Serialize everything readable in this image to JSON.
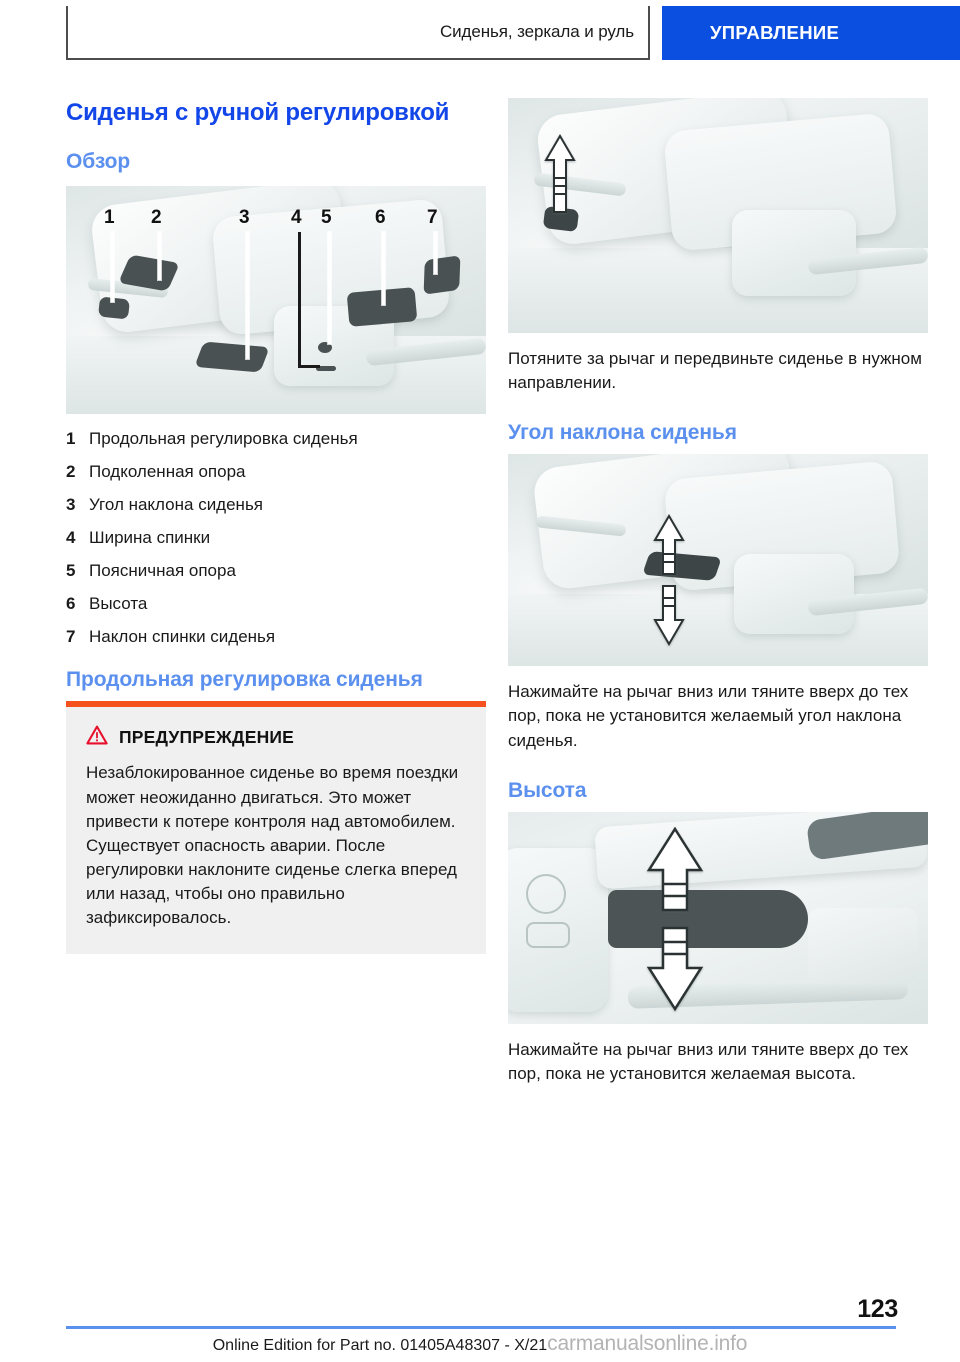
{
  "header": {
    "breadcrumb": "Сиденья, зеркала и руль",
    "section_tab": "УПРАВЛЕНИЕ",
    "tab_color": "#0b4fe0"
  },
  "left_column": {
    "title": "Сиденья с ручной регулировкой",
    "overview_heading": "Обзор",
    "overview_image": {
      "name": "manual-seat-overview-illustration",
      "callouts": [
        "1",
        "2",
        "3",
        "4",
        "5",
        "6",
        "7"
      ]
    },
    "overview_items": [
      {
        "num": "1",
        "label": "Продольная регулировка сиденья"
      },
      {
        "num": "2",
        "label": "Подколенная опора"
      },
      {
        "num": "3",
        "label": "Угол наклона сиденья"
      },
      {
        "num": "4",
        "label": "Ширина спинки"
      },
      {
        "num": "5",
        "label": "Поясничная опора"
      },
      {
        "num": "6",
        "label": "Высота"
      },
      {
        "num": "7",
        "label": "Наклон спинки сиденья"
      }
    ],
    "longitudinal_heading": "Продольная регулировка сиденья",
    "warning": {
      "icon": "warning-triangle-icon",
      "title": "ПРЕДУПРЕЖДЕНИЕ",
      "accent_color": "#f4511e",
      "body": "Незаблокированное сиденье во время поездки может неожиданно двигаться. Это может привести к потере контроля над автомобилем. Существует опасность аварии. После регулировки наклоните сиденье слегка вперед или назад, чтобы оно правильно зафиксировалось."
    }
  },
  "right_column": {
    "longitudinal_image": {
      "name": "seat-longitudinal-adjust-illustration"
    },
    "longitudinal_text": "Потяните за рычаг и передвиньте сиденье в нужном направлении.",
    "tilt_heading": "Угол наклона сиденья",
    "tilt_image": {
      "name": "seat-tilt-angle-illustration"
    },
    "tilt_text": "Нажимайте на рычаг вниз или тяните вверх до тех пор, пока не установится желаемый угол наклона сиденья.",
    "height_heading": "Высота",
    "height_image": {
      "name": "seat-height-adjust-illustration"
    },
    "height_text": "Нажимайте на рычаг вниз или тяните вверх до тех пор, пока не установится желаемая высота."
  },
  "footer": {
    "page_number": "123",
    "edition_text": "Online Edition for Part no. 01405A48307 - X/21",
    "watermark": "carmanualsonline.info",
    "rule_color": "#5b90ef"
  }
}
